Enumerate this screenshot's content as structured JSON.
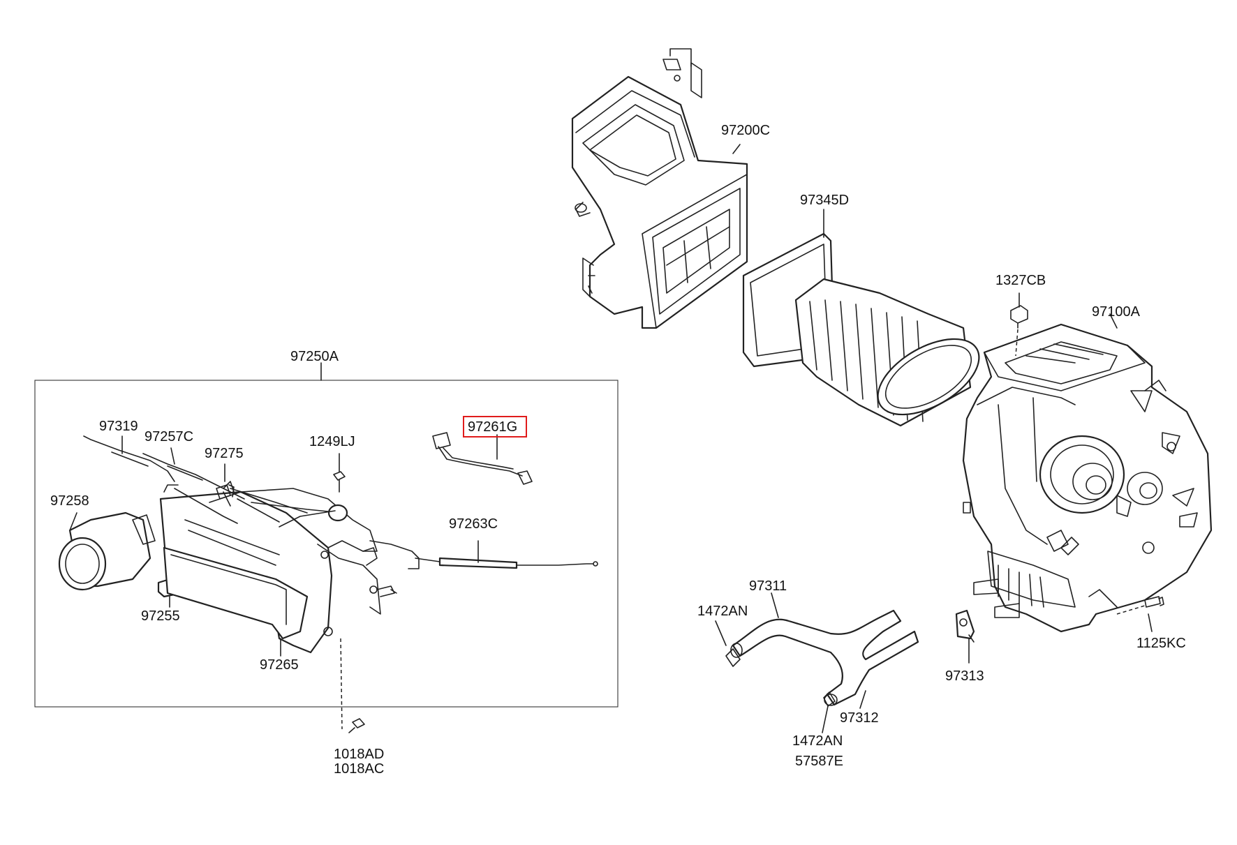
{
  "labels": {
    "p97200C": "97200C",
    "p97345D": "97345D",
    "p1327CB": "1327CB",
    "p97100A": "97100A",
    "p97250A": "97250A",
    "p97319": "97319",
    "p97257C": "97257C",
    "p97275": "97275",
    "p1249LJ": "1249LJ",
    "p97261G": "97261G",
    "p97258": "97258",
    "p97263C": "97263C",
    "p97255": "97255",
    "p97265": "97265",
    "p1018AD": "1018AD",
    "p1018AC": "1018AC",
    "p97311": "97311",
    "p1472AN_a": "1472AN",
    "p97313": "97313",
    "p1125KC": "1125KC",
    "p97312": "97312",
    "p1472AN_b": "1472AN",
    "p57587E": "57587E"
  },
  "highlight": {
    "part": "97261G",
    "color": "#e01b1b"
  }
}
